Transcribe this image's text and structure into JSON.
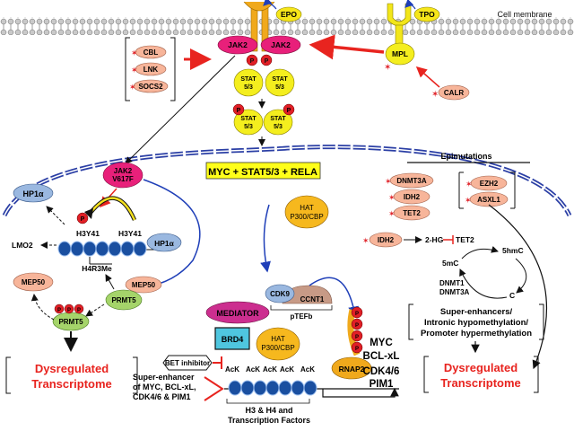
{
  "membrane": {
    "label": "Cell membrane"
  },
  "ligands": {
    "epo": "EPO",
    "tpo": "TPO"
  },
  "receptors": {
    "jak2_left": "JAK2",
    "jak2_right": "JAK2",
    "mpl": "MPL",
    "calr": "CALR"
  },
  "phospho": "P",
  "negative_regulators": [
    "CBL",
    "LNK",
    "SOCS2"
  ],
  "stat": {
    "top_label": "STAT",
    "bottom_label": "5/3"
  },
  "transcription_box": "MYC + STAT5/3 + RELA",
  "jak2_mutant": {
    "line1": "JAK2",
    "line2": "V617F"
  },
  "histone_left": {
    "hp1a": "HP1α",
    "h3y41": "H3Y41",
    "lmo2": "LMO2",
    "h4r3me": "H4R3Me",
    "mep50": "MEP50",
    "prmt5": "PRMT5"
  },
  "hat_top": {
    "line1": "HAT",
    "line2": "P300/CBP"
  },
  "ptefb": {
    "cdk9": "CDK9",
    "ccnt1": "CCNT1",
    "label": "pTEFb"
  },
  "mediator": "MEDIATOR",
  "brd4": "BRD4",
  "hat_mid": {
    "line1": "HAT",
    "line2": "P300/CBP"
  },
  "ack": "AcK",
  "bet_inhibitor": "BET inhibitor",
  "super_enhancer": [
    "Super-enhancer",
    "of MYC, BCL-xL,",
    "CDK4/6 & PIM1"
  ],
  "h3h4": [
    "H3 & H4 and",
    "Transcription Factors"
  ],
  "rnap2": "RNAP2",
  "targets": [
    "MYC",
    "BCL-xL",
    "CDK4/6",
    "PIM1"
  ],
  "dysregulated": [
    "Dysregulated",
    "Transcriptome"
  ],
  "epimutations": {
    "title": "Epimutations",
    "left": [
      "DNMT3A",
      "IDH2",
      "TET2"
    ],
    "right": [
      "EZH2",
      "ASXL1"
    ]
  },
  "methylation_cycle": {
    "idh2": "IDH2",
    "two_hg": "2-HG",
    "tet2": "TET2",
    "fivehmc": "5hmC",
    "fivemc": "5mC",
    "c": "C",
    "dnmt": [
      "DNMT1",
      "DNMT3A"
    ]
  },
  "hypomethylation_box": [
    "Super-enhancers/",
    "Intronic hypomethylation/",
    "Promoter hypermethylation"
  ],
  "colors": {
    "jak2": "#e8207a",
    "stat": "#f4ee1e",
    "phospho": "#e01f26",
    "salmon": "#f7b59a",
    "blue_protein": "#9ab8e0",
    "mediator": "#cc2e8f",
    "brd4": "#4fc6df",
    "hat": "#f6b81e",
    "dysregulated_red": "#e8241f",
    "ptefb_brown": "#c79a86",
    "nucleosome": "#1a4fa0"
  }
}
